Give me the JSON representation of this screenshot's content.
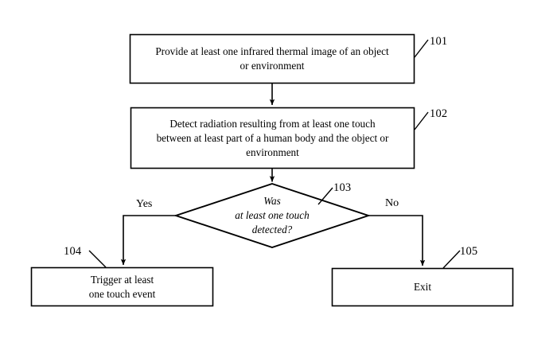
{
  "diagram": {
    "type": "patent-flowchart",
    "background_color": "#ffffff",
    "line_color": "#000000",
    "nodes": [
      {
        "id": "101",
        "shape": "rectangle",
        "label": "Provide at least one infrared thermal image of an object\nor environment",
        "ref": "101"
      },
      {
        "id": "102",
        "shape": "rectangle",
        "label": "Detect radiation resulting from at least one touch\nbetween at least part of a human body and the object or\nenvironment",
        "ref": "102"
      },
      {
        "id": "103",
        "shape": "diamond",
        "label": "Was\nat least one touch\ndetected?",
        "ref": "103"
      },
      {
        "id": "104",
        "shape": "rectangle",
        "label": "Trigger at least\none touch event",
        "ref": "104"
      },
      {
        "id": "105",
        "shape": "rectangle",
        "label": "Exit",
        "ref": "105"
      }
    ],
    "branch_labels": {
      "yes": "Yes",
      "no": "No"
    },
    "edges": [
      {
        "from": "101",
        "to": "102",
        "label": ""
      },
      {
        "from": "102",
        "to": "103",
        "label": ""
      },
      {
        "from": "103",
        "to": "104",
        "label": "Yes"
      },
      {
        "from": "103",
        "to": "105",
        "label": "No"
      }
    ]
  }
}
